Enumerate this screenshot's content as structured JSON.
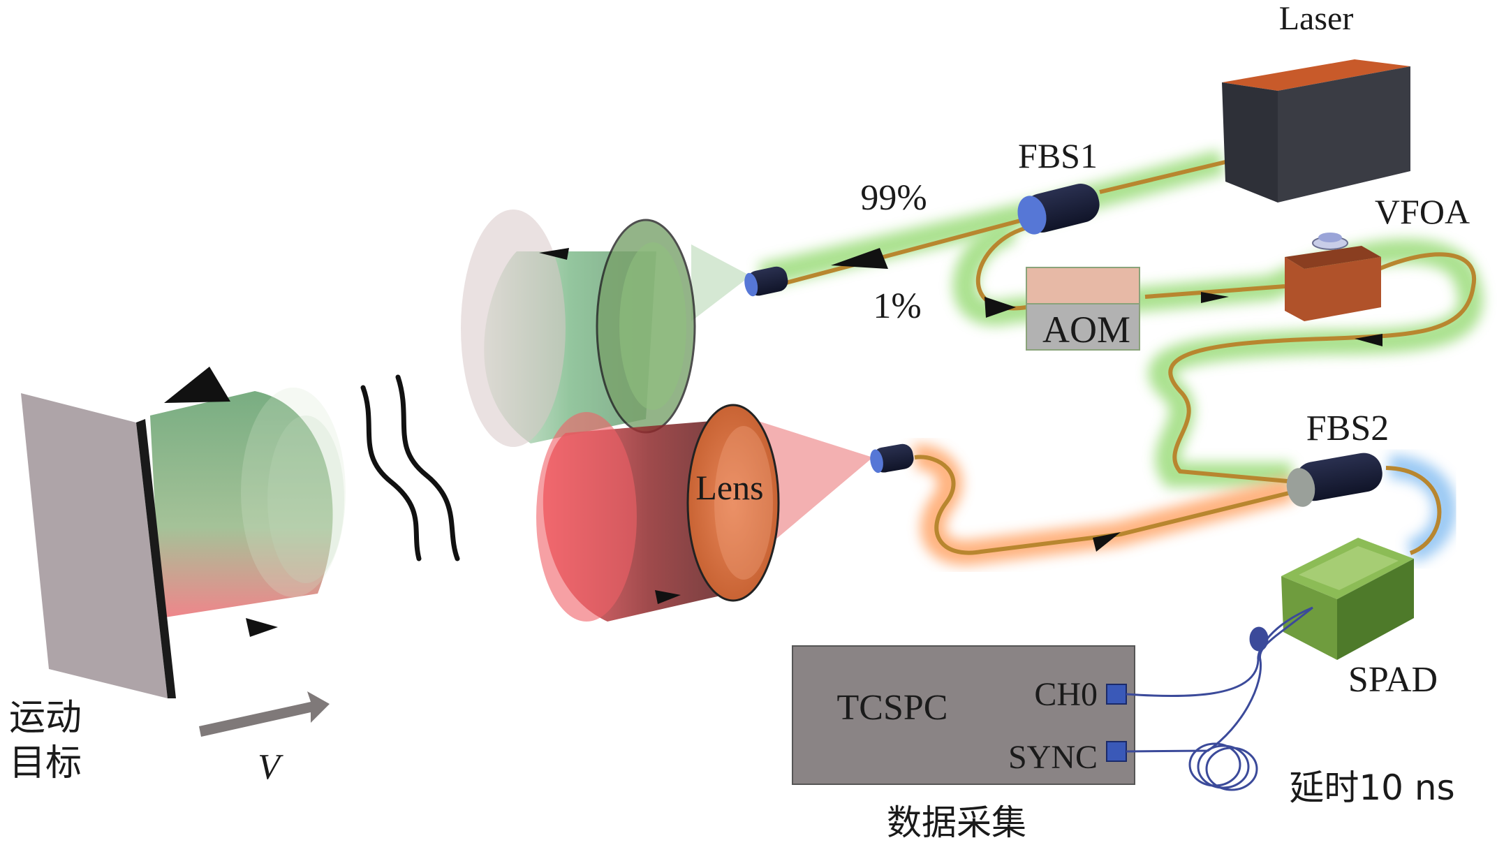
{
  "labels": {
    "laser": "Laser",
    "fbs1": "FBS1",
    "vfoa": "VFOA",
    "aom": "AOM",
    "split_99": "99%",
    "split_1": "1%",
    "fbs2": "FBS2",
    "spad": "SPAD",
    "lens": "Lens",
    "tcspc": "TCSPC",
    "ch0": "CH0",
    "sync": "SYNC",
    "delay": "延时10 ns",
    "data_acq": "数据采集",
    "target_line1": "运动",
    "target_line2": "目标",
    "velocity": "V"
  },
  "colors": {
    "fiber": "#b8862f",
    "glow_green": "#8fd86a",
    "glow_orange": "#ff9a55",
    "glow_blue": "#7ab8f0",
    "laser_top": "#c85a2a",
    "laser_body": "#2e3038",
    "vfoa_body": "#b0522a",
    "aom_top": "#e7b9a6",
    "aom_bottom": "#b2b2b2",
    "spad_body": "#6f9c3e",
    "tcspc_box": "#8a8485",
    "port": "#3a59b8",
    "beam_green": "#4d9a5a",
    "beam_red": "#d93a3e",
    "lens_orange": "#e27a45",
    "coupler": "#5677d6"
  }
}
